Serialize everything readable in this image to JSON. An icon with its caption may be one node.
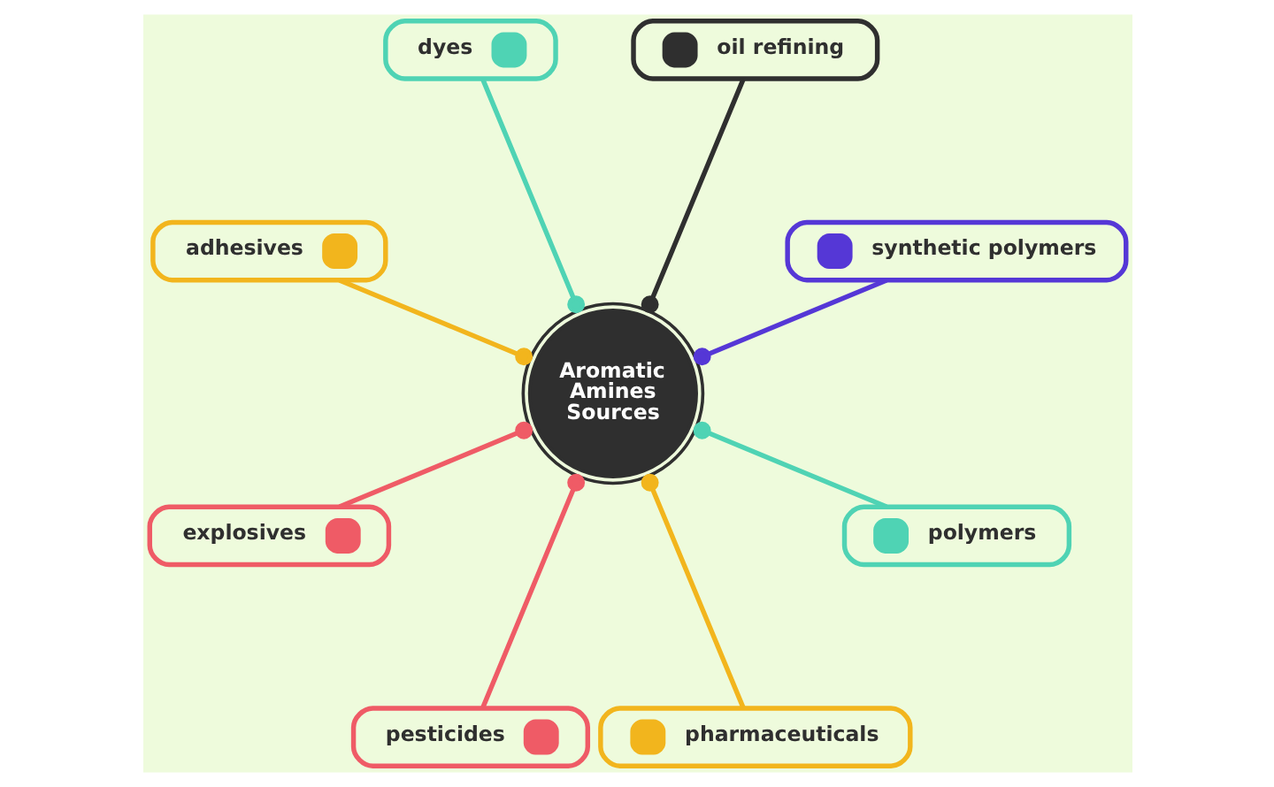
{
  "diagram": {
    "nodes": [
      {
        "text": [
          "Aromatic Amines Sources"
        ]
      },
      {
        "text": [
          "oil refining"
        ]
      },
      {
        "text": [
          "dyes"
        ]
      },
      {
        "text": [
          "synthetic polymers"
        ]
      },
      {
        "text": [
          "adhesives"
        ]
      },
      {
        "text": [
          "polymers"
        ]
      },
      {
        "text": [
          "explosives"
        ]
      },
      {
        "text": [
          "pharmaceuticals"
        ]
      },
      {
        "text": [
          "pesticides"
        ]
      }
    ],
    "edges": [
      {
        "from": 0,
        "to": 1,
        "arrow": "other",
        "color": "#2f2f2f"
      },
      {
        "from": 0,
        "to": 3,
        "arrow": "other",
        "color": "#5537d6"
      },
      {
        "from": 0,
        "to": 5,
        "arrow": "other",
        "color": "#4fd3b4"
      },
      {
        "from": 0,
        "to": 7,
        "arrow": "other",
        "color": "#f2b51d"
      },
      {
        "from": 0,
        "to": 8,
        "arrow": "other",
        "color": "#ef5b66"
      },
      {
        "from": 0,
        "to": 6,
        "arrow": "other",
        "color": "#ef5b66"
      },
      {
        "from": 0,
        "to": 4,
        "arrow": "other",
        "color": "#f2b51d"
      },
      {
        "from": 0,
        "to": 2,
        "arrow": "other",
        "color": "#4fd3b4"
      }
    ]
  }
}
